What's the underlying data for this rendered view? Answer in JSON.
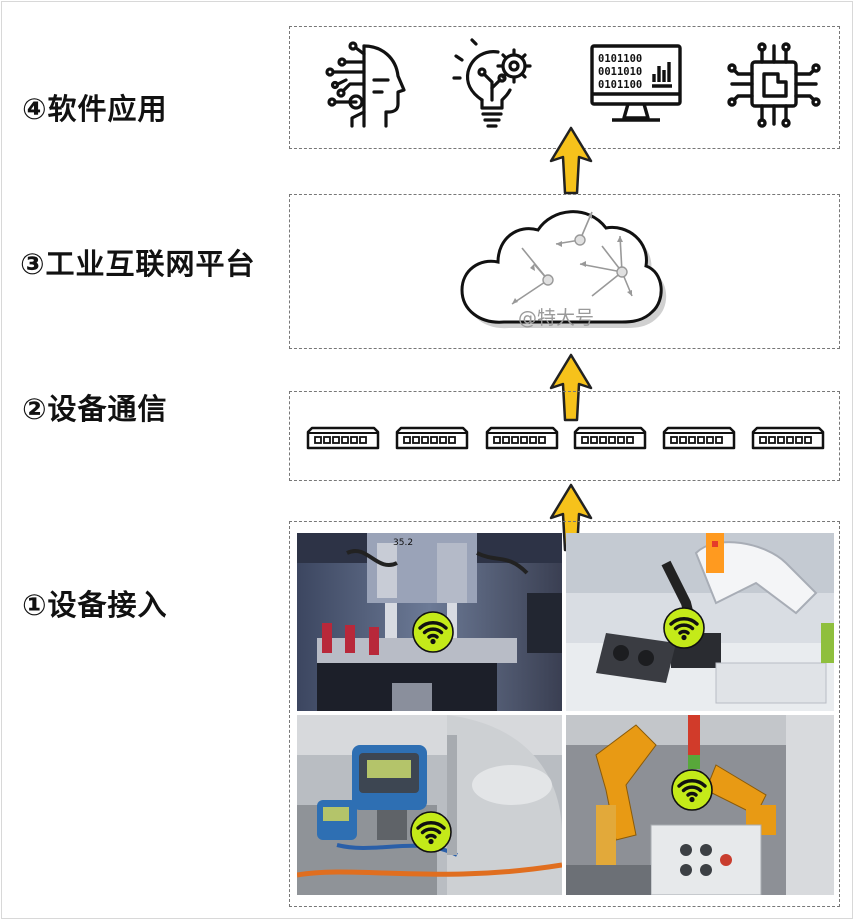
{
  "layers": [
    {
      "label": "④软件应用"
    },
    {
      "label": "③工业互联网平台"
    },
    {
      "label": "②设备通信"
    },
    {
      "label": "①设备接入"
    }
  ],
  "application_icons": [
    "ai-head-icon",
    "lightbulb-gear-icon",
    "monitor-binary-icon",
    "chip-icon"
  ],
  "monitor_binary": [
    "0101100",
    "0011010",
    "0101100"
  ],
  "cloud_watermark": "@特大号",
  "switch_count": 6,
  "photos": [
    "pneumatic-gripper-photo",
    "robot-arm-photo",
    "flow-meter-photo",
    "yellow-robot-photo"
  ],
  "colors": {
    "arrow": "#f6c21b",
    "wifi_badge": "#c4ea19",
    "border": "#777777"
  }
}
